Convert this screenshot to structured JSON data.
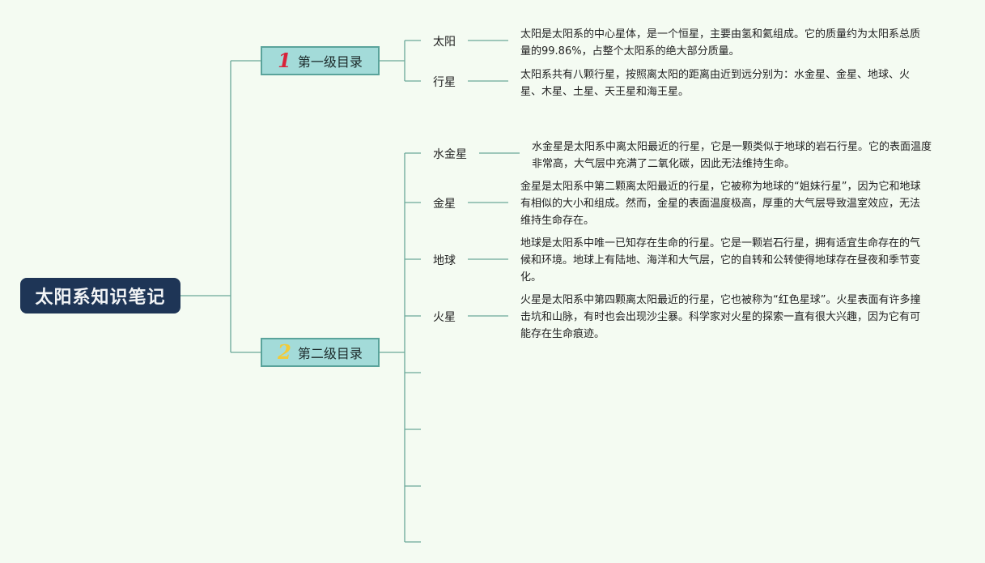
{
  "root": {
    "title": "太阳系知识笔记"
  },
  "branches": [
    {
      "number": "1",
      "label": "第一级目录",
      "items": [
        {
          "topic": "太阳",
          "desc": "太阳是太阳系的中心星体，是一个恒星，主要由氢和氦组成。它的质量约为太阳系总质量的99.86%，占整个太阳系的绝大部分质量。"
        },
        {
          "topic": "行星",
          "desc": "太阳系共有八颗行星，按照离太阳的距离由近到远分别为：水金星、金星、地球、火星、木星、土星、天王星和海王星。"
        }
      ]
    },
    {
      "number": "2",
      "label": "第二级目录",
      "items": [
        {
          "topic": "水金星",
          "desc": "水金星是太阳系中离太阳最近的行星，它是一颗类似于地球的岩石行星。它的表面温度非常高，大气层中充满了二氧化碳，因此无法维持生命。"
        },
        {
          "topic": "金星",
          "desc": "金星是太阳系中第二颗离太阳最近的行星，它被称为地球的“姐妹行星”，因为它和地球有相似的大小和组成。然而，金星的表面温度极高，厚重的大气层导致温室效应，无法维持生命存在。"
        },
        {
          "topic": "地球",
          "desc": "地球是太阳系中唯一已知存在生命的行星。它是一颗岩石行星，拥有适宜生命存在的气候和环境。地球上有陆地、海洋和大气层，它的自转和公转使得地球存在昼夜和季节变化。"
        },
        {
          "topic": "火星",
          "desc": "火星是太阳系中第四颗离太阳最近的行星，它也被称为“红色星球”。火星表面有许多撞击坑和山脉，有时也会出现沙尘暴。科学家对火星的探索一直有很大兴趣，因为它有可能存在生命痕迹。"
        }
      ]
    }
  ],
  "colors": {
    "line": "#6aa898",
    "root_bg": "#1e3556",
    "branch_bg": "#a3dbd9",
    "num1": "#d8233a",
    "num2": "#f2cb38"
  }
}
